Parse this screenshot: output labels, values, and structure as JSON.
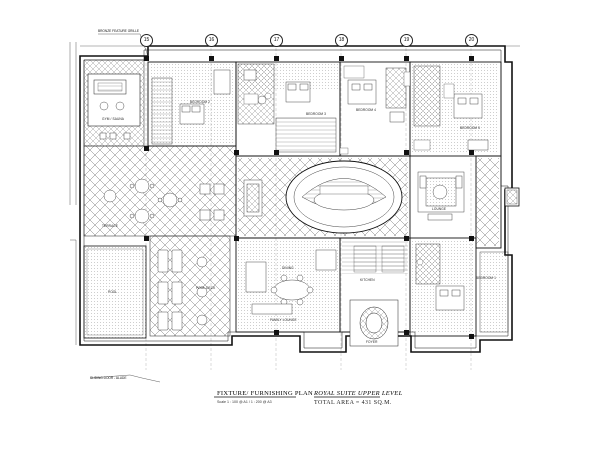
{
  "drawing": {
    "title": "FIXTURE/ FURNISHING PLAN",
    "scale_note": "Scale 1 : 100 @ A1 / 1 : 200 @ A3",
    "level": "ROYAL SUITE UPPER LEVEL",
    "total_area": "TOTAL AREA = 431 SQ.M."
  },
  "callouts": {
    "top_left": "BRONZE FEATURE GRILLE",
    "bottom_left": "SLIDING DOOR - ALUDE"
  },
  "grid_bubbles": [
    "15",
    "16",
    "17",
    "18",
    "19",
    "20"
  ],
  "rooms": {
    "bedroom_2": "BEDROOM 2",
    "bedroom_3": "BEDROOM 3",
    "bedroom_4": "BEDROOM 4",
    "bedroom_5": "BEDROOM 5",
    "bedroom_1": "BEDROOM 1",
    "gym": "GYM / SAUNA",
    "terrace": "TERRACE",
    "pool": "POOL",
    "pool_deck": "POOL DECK",
    "family": "FAMILY LOUNGE",
    "lounge": "LOUNGE",
    "dining": "DINING",
    "kitchen": "KITCHEN",
    "foyer": "FOYER"
  },
  "colors": {
    "line": "#1a1a1a",
    "hatch": "#555555",
    "paper": "#ffffff"
  }
}
